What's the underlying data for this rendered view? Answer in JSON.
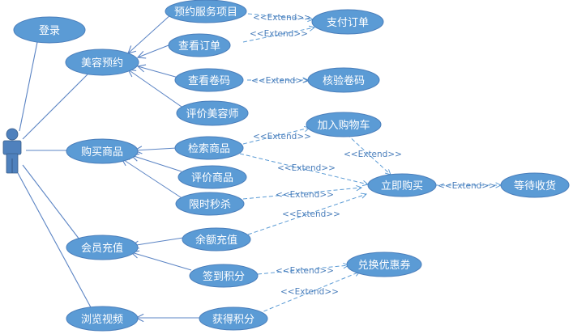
{
  "actor": {
    "name": ""
  },
  "use_cases": {
    "login": "登录",
    "beauty_booking": "美容预约",
    "book_service": "预约服务项目",
    "pay_order": "支付订单",
    "view_order": "查看订单",
    "view_coupon_code": "查看卷码",
    "verify_coupon_code": "核验卷码",
    "rate_beautician": "评价美容师",
    "buy_goods": "购买商品",
    "search_goods": "检索商品",
    "add_to_cart": "加入购物车",
    "rate_goods": "评价商品",
    "flash_sale": "限时秒杀",
    "buy_now": "立即购买",
    "await_delivery": "等待收货",
    "member_recharge": "会员充值",
    "balance_recharge": "余额充值",
    "checkin_points": "签到积分",
    "redeem_coupon": "兑换优惠券",
    "browse_video": "浏览视频",
    "earn_points": "获得积分"
  },
  "relations": {
    "extend_label": "<<Extend>>"
  },
  "colors": {
    "use_case_fill": "#5b9bd5",
    "use_case_stroke": "#4a7ebb",
    "actor_fill": "#4f81bd",
    "line": "#5b84c4",
    "extend_line": "#5b9bd5"
  }
}
